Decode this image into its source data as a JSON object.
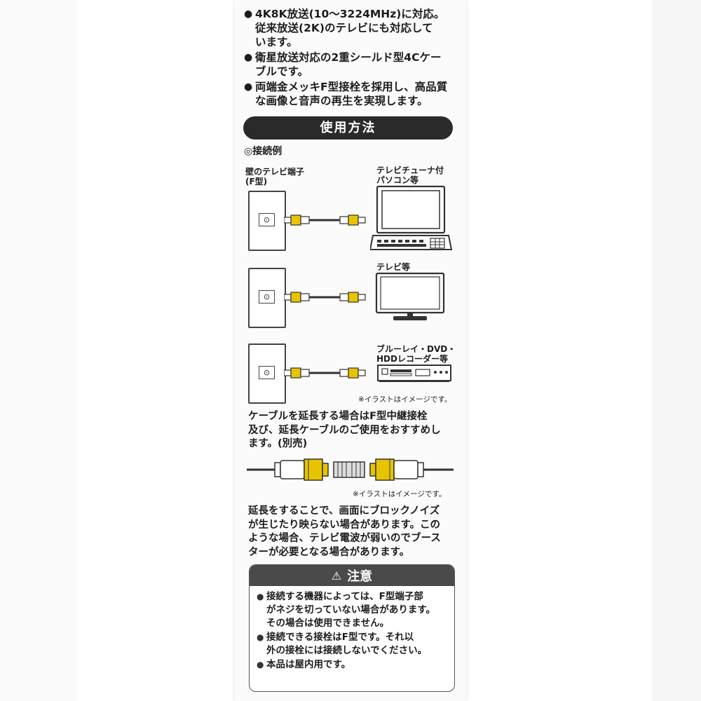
{
  "features": [
    "4K8K放送(10〜3224MHz)に対応。\n従来放送(2K)のテレビにも対応して\nいます。",
    "衛星放送対応の2重シールド型4Cケー\nブルです。",
    "両端金メッキF型接栓を採用し、高品質\nな画像と音声の再生を実現します。"
  ],
  "bullet_mark": "●",
  "usage": {
    "title": "使用方法",
    "connection_title": "◎接続例",
    "wall_terminal_label": "壁のテレビ端子\n(F型)",
    "jack_symbol": "⊙",
    "devices": [
      {
        "label": "テレビチューナ付\nパソコン等",
        "icon": "laptop-icon"
      },
      {
        "label": "テレビ等",
        "icon": "tv-icon"
      },
      {
        "label": "ブルーレイ・DVD・\nHDDレコーダー等",
        "icon": "recorder-icon"
      }
    ],
    "image_note": "※イラストはイメージです。"
  },
  "extension": {
    "text": "ケーブルを延長する場合はF型中継接栓\n及び、延長ケーブルのご使用をおすすめし\nます。(別売)",
    "image_note": "※イラストはイメージです。"
  },
  "block_noise": "延長をすることで、画面にブロックノイズ\nが生じたり映らない場合があります。この\nような場合、テレビ電波が弱いのでブース\nターが必要となる場合があります。",
  "caution": {
    "title": "注意",
    "warning_symbol": "⚠",
    "items": [
      "接続する機器によっては、F型端子部\nがネジを切っていない場合があります。\nその場合は使用できません。",
      "接続できる接栓はF型です。それ以\n外の接栓には接続しないでください。",
      "本品は屋内用です。"
    ]
  },
  "colors": {
    "banner": "#2a2a2a",
    "caution_header": "#4a4a4a",
    "gold": "#e8c400"
  }
}
